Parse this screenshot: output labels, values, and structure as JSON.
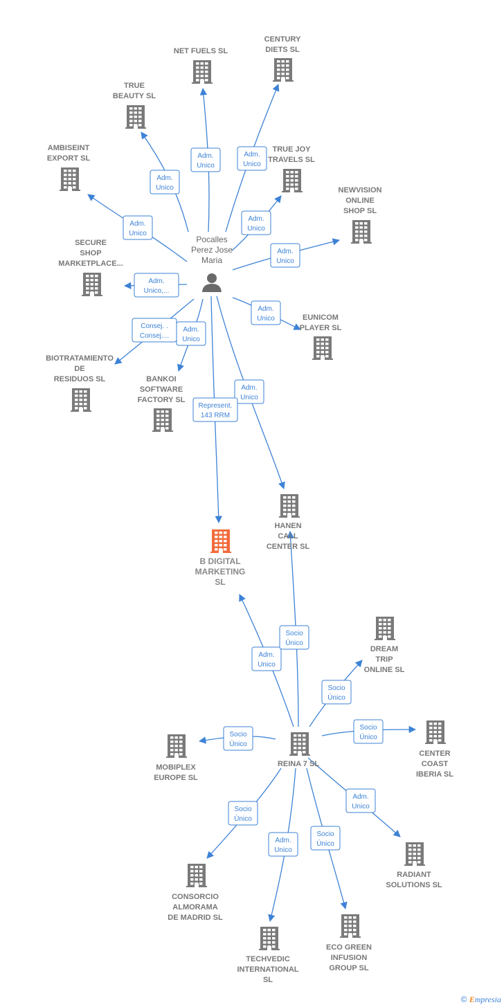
{
  "colors": {
    "company": "#7a7a7a",
    "focus": "#f26b3a",
    "person": "#6a6a6a",
    "edge": "#3d82d6"
  },
  "nodes": [
    {
      "id": "person",
      "kind": "person",
      "icon": "person-icon",
      "lines": [
        "Pocalles",
        "Perez Jose",
        "Maria"
      ]
    },
    {
      "id": "net_fuels",
      "kind": "company",
      "icon": "building-icon",
      "lines": [
        "NET FUELS  SL"
      ]
    },
    {
      "id": "century",
      "kind": "company",
      "icon": "building-icon",
      "lines": [
        "CENTURY",
        "DIETS  SL"
      ]
    },
    {
      "id": "true_beauty",
      "kind": "company",
      "icon": "building-icon",
      "lines": [
        "TRUE",
        "BEAUTY  SL"
      ]
    },
    {
      "id": "true_joy",
      "kind": "company",
      "icon": "building-icon",
      "lines": [
        "TRUE JOY",
        "TRAVELS  SL"
      ]
    },
    {
      "id": "ambiseint",
      "kind": "company",
      "icon": "building-icon",
      "lines": [
        "AMBISEINT",
        "EXPORT  SL"
      ]
    },
    {
      "id": "newvision",
      "kind": "company",
      "icon": "building-icon",
      "lines": [
        "NEWVISION",
        "ONLINE",
        "SHOP  SL"
      ]
    },
    {
      "id": "secure",
      "kind": "company",
      "icon": "building-icon",
      "lines": [
        "SECURE",
        "SHOP",
        "MARKETPLACE..."
      ]
    },
    {
      "id": "eunicom",
      "kind": "company",
      "icon": "building-icon",
      "lines": [
        "EUNICOM",
        "PLAYER  SL"
      ]
    },
    {
      "id": "biotrat",
      "kind": "company",
      "icon": "building-icon",
      "lines": [
        "BIOTRATAMIENTO",
        "DE",
        "RESIDUOS  SL"
      ]
    },
    {
      "id": "bankoi",
      "kind": "company",
      "icon": "building-icon",
      "lines": [
        "BANKOI",
        "SOFTWARE",
        "FACTORY  SL"
      ]
    },
    {
      "id": "hanen",
      "kind": "company",
      "icon": "building-icon",
      "lines": [
        "HANEN",
        "CALL",
        "CENTER  SL"
      ]
    },
    {
      "id": "bdigital",
      "kind": "focus",
      "icon": "building-icon",
      "lines": [
        "B DIGITAL",
        "MARKETING",
        "SL"
      ]
    },
    {
      "id": "dream",
      "kind": "company",
      "icon": "building-icon",
      "lines": [
        "DREAM",
        "TRIP",
        "ONLINE  SL"
      ]
    },
    {
      "id": "reina7",
      "kind": "company",
      "icon": "building-icon",
      "lines": [
        "REINA 7  SL"
      ]
    },
    {
      "id": "mobiplex",
      "kind": "company",
      "icon": "building-icon",
      "lines": [
        "MOBIPLEX",
        "EUROPE  SL"
      ]
    },
    {
      "id": "center_coast",
      "kind": "company",
      "icon": "building-icon",
      "lines": [
        "CENTER",
        "COAST",
        "IBERIA  SL"
      ]
    },
    {
      "id": "radiant",
      "kind": "company",
      "icon": "building-icon",
      "lines": [
        "RADIANT",
        "SOLUTIONS  SL"
      ]
    },
    {
      "id": "consorcio",
      "kind": "company",
      "icon": "building-icon",
      "lines": [
        "CONSORCIO",
        "ALMORAMA",
        "DE MADRID  SL"
      ]
    },
    {
      "id": "techvedic",
      "kind": "company",
      "icon": "building-icon",
      "lines": [
        "TECHVEDIC",
        "INTERNATIONAL",
        "SL"
      ]
    },
    {
      "id": "eco_green",
      "kind": "company",
      "icon": "building-icon",
      "lines": [
        "ECO GREEN",
        "INFUSION",
        "GROUP  SL"
      ]
    }
  ],
  "edges": [
    {
      "id": "e_net_fuels",
      "from": "person",
      "to": "net_fuels",
      "role": [
        "Adm.",
        "Unico"
      ]
    },
    {
      "id": "e_century",
      "from": "person",
      "to": "century",
      "role": [
        "Adm.",
        "Unico"
      ]
    },
    {
      "id": "e_true_beauty",
      "from": "person",
      "to": "true_beauty",
      "role": [
        "Adm.",
        "Unico"
      ]
    },
    {
      "id": "e_true_joy",
      "from": "person",
      "to": "true_joy",
      "role": [
        "Adm.",
        "Unico"
      ]
    },
    {
      "id": "e_ambiseint",
      "from": "person",
      "to": "ambiseint",
      "role": [
        "Adm.",
        "Unico"
      ]
    },
    {
      "id": "e_newvision",
      "from": "person",
      "to": "newvision",
      "role": [
        "Adm.",
        "Unico"
      ]
    },
    {
      "id": "e_secure",
      "from": "person",
      "to": "secure",
      "role": [
        "Adm.",
        "Unico,..."
      ]
    },
    {
      "id": "e_eunicom",
      "from": "person",
      "to": "eunicom",
      "role": [
        "Adm.",
        "Unico"
      ]
    },
    {
      "id": "e_biotrat",
      "from": "person",
      "to": "biotrat",
      "role": [
        "Consej. .",
        "Consej...."
      ]
    },
    {
      "id": "e_bankoi",
      "from": "person",
      "to": "bankoi",
      "role": [
        "Adm.",
        "Unico"
      ]
    },
    {
      "id": "e_hanen",
      "from": "person",
      "to": "hanen",
      "role": [
        "Adm.",
        "Unico"
      ]
    },
    {
      "id": "e_bdigital_person",
      "from": "person",
      "to": "bdigital",
      "role": [
        "Represent.",
        "143 RRM"
      ]
    },
    {
      "id": "e_bdigital_reina",
      "from": "reina7",
      "to": "bdigital",
      "role": [
        "Adm.",
        "Unico"
      ]
    },
    {
      "id": "e_hanen_reina",
      "from": "reina7",
      "to": "hanen",
      "role": [
        "Socio",
        "Único"
      ]
    },
    {
      "id": "e_dream",
      "from": "reina7",
      "to": "dream",
      "role": [
        "Socio",
        "Único"
      ]
    },
    {
      "id": "e_mobiplex",
      "from": "reina7",
      "to": "mobiplex",
      "role": [
        "Socio",
        "Único"
      ]
    },
    {
      "id": "e_center_coast",
      "from": "reina7",
      "to": "center_coast",
      "role": [
        "Socio",
        "Único"
      ]
    },
    {
      "id": "e_radiant",
      "from": "reina7",
      "to": "radiant",
      "role": [
        "Adm.",
        "Unico"
      ]
    },
    {
      "id": "e_consorcio",
      "from": "reina7",
      "to": "consorcio",
      "role": [
        "Socio",
        "Único"
      ]
    },
    {
      "id": "e_techvedic",
      "from": "reina7",
      "to": "techvedic",
      "role": [
        "Adm.",
        "Unico"
      ]
    },
    {
      "id": "e_eco_green",
      "from": "reina7",
      "to": "eco_green",
      "role": [
        "Socio",
        "Único"
      ]
    }
  ],
  "footer": {
    "copyright_symbol": "©",
    "brand_first": "E",
    "brand_rest": "mpresia"
  }
}
